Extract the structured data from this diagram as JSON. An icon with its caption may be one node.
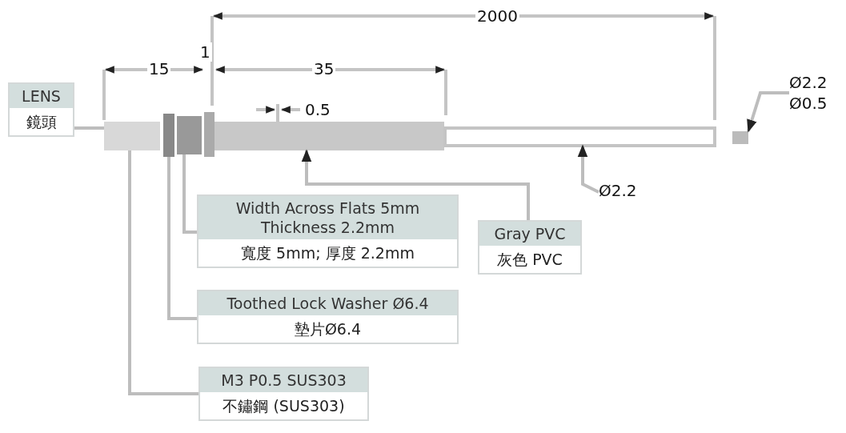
{
  "diagram": {
    "nodes": [
      {
        "text": [
          "LENS",
          "鏡頭"
        ]
      },
      {
        "text": [
          "Width Across Flats 5mm Thickness 2.2mm",
          "寬度 5mm; 厚度 2.2mm"
        ]
      },
      {
        "text": [
          "Toothed Lock Washer Ø6.4",
          "墊片Ø6.4"
        ]
      },
      {
        "text": [
          "M3 P0.5 SUS303",
          "不鏽鋼 (SUS303)"
        ]
      },
      {
        "text": [
          "Gray PVC",
          "灰色 PVC"
        ]
      },
      {
        "text": [
          "Ø2.2"
        ]
      },
      {
        "text": [
          "Ø2.2",
          "Ø0.5"
        ]
      },
      {
        "text": [],
        "shape": "box"
      },
      {
        "text": [],
        "shape": "box"
      },
      {
        "text": [],
        "shape": "box"
      },
      {
        "text": [],
        "shape": "box"
      },
      {
        "text": [],
        "shape": "box"
      },
      {
        "text": [],
        "shape": "box"
      }
    ],
    "edges": [
      {
        "from": 0,
        "to": 7,
        "arrow": "none"
      },
      {
        "from": 1,
        "to": 9,
        "arrow": "none"
      },
      {
        "from": 2,
        "to": 8,
        "arrow": "none"
      },
      {
        "from": 3,
        "to": 7,
        "arrow": "none"
      },
      {
        "from": 4,
        "to": 10,
        "arrow": "to"
      },
      {
        "from": 5,
        "to": 11,
        "arrow": "to"
      },
      {
        "from": 6,
        "to": 12,
        "arrow": "to"
      }
    ],
    "labels": [
      "2000",
      "15",
      "1",
      "35",
      "0.5"
    ]
  }
}
